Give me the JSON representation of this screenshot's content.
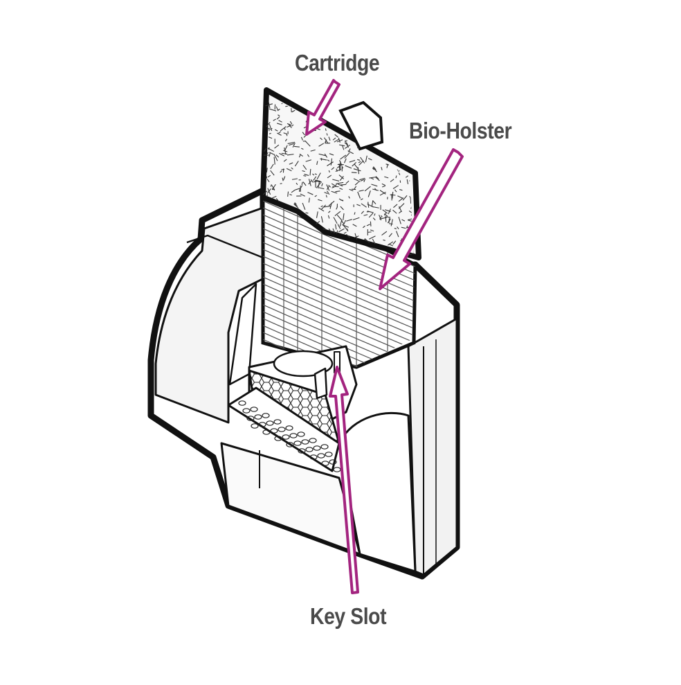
{
  "labels": {
    "cartridge": "Cartridge",
    "bio_holster": "Bio-Holster",
    "key_slot": "Key Slot"
  },
  "colors": {
    "arrow": "#a3247f",
    "arrow_fill": "#ffffff",
    "outline": "#111111",
    "label": "#4a4a4a",
    "media_fill": "#f7f7f7",
    "grid_line": "#555555"
  },
  "icons": {
    "arrows": "pointer-arrow"
  }
}
